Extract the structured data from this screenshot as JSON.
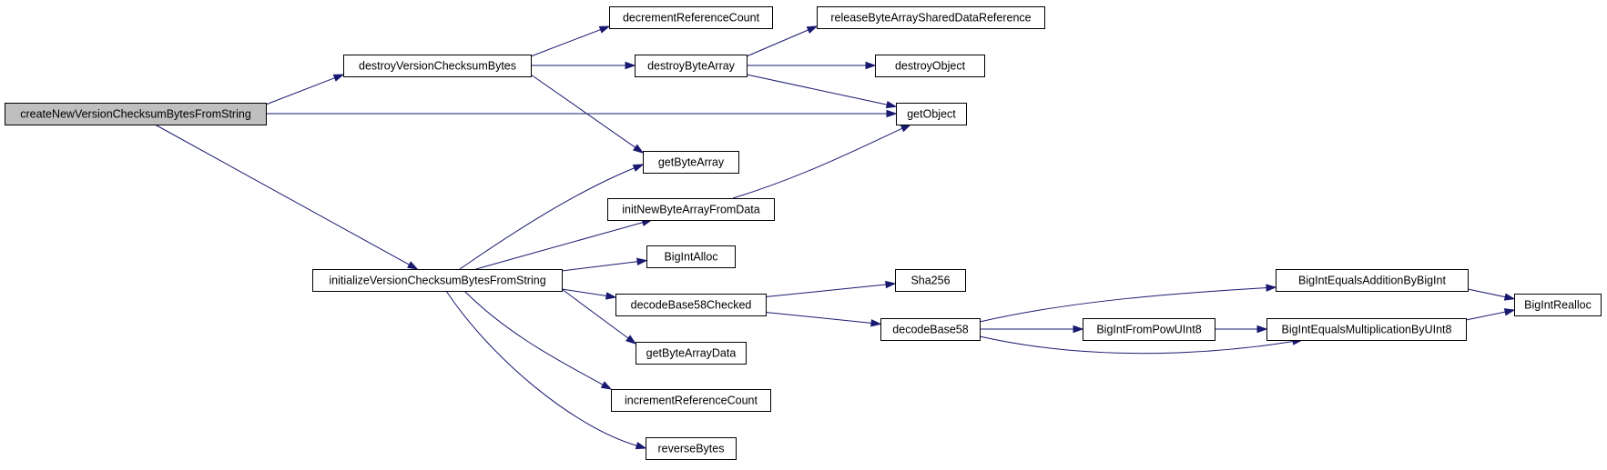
{
  "graph": {
    "root": "createNewVersionChecksumBytesFromString",
    "nodes": [
      {
        "id": "createNewVersionChecksumBytesFromString",
        "label": "createNewVersionChecksumBytesFromString"
      },
      {
        "id": "destroyVersionChecksumBytes",
        "label": "destroyVersionChecksumBytes"
      },
      {
        "id": "initializeVersionChecksumBytesFromString",
        "label": "initializeVersionChecksumBytesFromString"
      },
      {
        "id": "decrementReferenceCount",
        "label": "decrementReferenceCount"
      },
      {
        "id": "destroyByteArray",
        "label": "destroyByteArray"
      },
      {
        "id": "getByteArray",
        "label": "getByteArray"
      },
      {
        "id": "initNewByteArrayFromData",
        "label": "initNewByteArrayFromData"
      },
      {
        "id": "BigIntAlloc",
        "label": "BigIntAlloc"
      },
      {
        "id": "decodeBase58Checked",
        "label": "decodeBase58Checked"
      },
      {
        "id": "getByteArrayData",
        "label": "getByteArrayData"
      },
      {
        "id": "incrementReferenceCount",
        "label": "incrementReferenceCount"
      },
      {
        "id": "reverseBytes",
        "label": "reverseBytes"
      },
      {
        "id": "releaseByteArraySharedDataReference",
        "label": "releaseByteArraySharedDataReference"
      },
      {
        "id": "destroyObject",
        "label": "destroyObject"
      },
      {
        "id": "getObject",
        "label": "getObject"
      },
      {
        "id": "Sha256",
        "label": "Sha256"
      },
      {
        "id": "decodeBase58",
        "label": "decodeBase58"
      },
      {
        "id": "BigIntFromPowUInt8",
        "label": "BigIntFromPowUInt8"
      },
      {
        "id": "BigIntEqualsAdditionByBigInt",
        "label": "BigIntEqualsAdditionByBigInt"
      },
      {
        "id": "BigIntEqualsMultiplicationByUInt8",
        "label": "BigIntEqualsMultiplicationByUInt8"
      },
      {
        "id": "BigIntRealloc",
        "label": "BigIntRealloc"
      }
    ],
    "edges": [
      {
        "from": "createNewVersionChecksumBytesFromString",
        "to": "destroyVersionChecksumBytes"
      },
      {
        "from": "createNewVersionChecksumBytesFromString",
        "to": "getObject"
      },
      {
        "from": "createNewVersionChecksumBytesFromString",
        "to": "initializeVersionChecksumBytesFromString"
      },
      {
        "from": "destroyVersionChecksumBytes",
        "to": "decrementReferenceCount"
      },
      {
        "from": "destroyVersionChecksumBytes",
        "to": "destroyByteArray"
      },
      {
        "from": "destroyVersionChecksumBytes",
        "to": "getByteArray"
      },
      {
        "from": "destroyByteArray",
        "to": "releaseByteArraySharedDataReference"
      },
      {
        "from": "destroyByteArray",
        "to": "destroyObject"
      },
      {
        "from": "destroyByteArray",
        "to": "getObject"
      },
      {
        "from": "initNewByteArrayFromData",
        "to": "getObject"
      },
      {
        "from": "initializeVersionChecksumBytesFromString",
        "to": "getByteArray"
      },
      {
        "from": "initializeVersionChecksumBytesFromString",
        "to": "initNewByteArrayFromData"
      },
      {
        "from": "initializeVersionChecksumBytesFromString",
        "to": "BigIntAlloc"
      },
      {
        "from": "initializeVersionChecksumBytesFromString",
        "to": "decodeBase58Checked"
      },
      {
        "from": "initializeVersionChecksumBytesFromString",
        "to": "getByteArrayData"
      },
      {
        "from": "initializeVersionChecksumBytesFromString",
        "to": "incrementReferenceCount"
      },
      {
        "from": "initializeVersionChecksumBytesFromString",
        "to": "reverseBytes"
      },
      {
        "from": "decodeBase58Checked",
        "to": "Sha256"
      },
      {
        "from": "decodeBase58Checked",
        "to": "decodeBase58"
      },
      {
        "from": "decodeBase58",
        "to": "BigIntEqualsAdditionByBigInt"
      },
      {
        "from": "decodeBase58",
        "to": "BigIntFromPowUInt8"
      },
      {
        "from": "decodeBase58",
        "to": "BigIntEqualsMultiplicationByUInt8"
      },
      {
        "from": "BigIntFromPowUInt8",
        "to": "BigIntEqualsMultiplicationByUInt8"
      },
      {
        "from": "BigIntEqualsAdditionByBigInt",
        "to": "BigIntRealloc"
      },
      {
        "from": "BigIntEqualsMultiplicationByUInt8",
        "to": "BigIntRealloc"
      }
    ]
  }
}
